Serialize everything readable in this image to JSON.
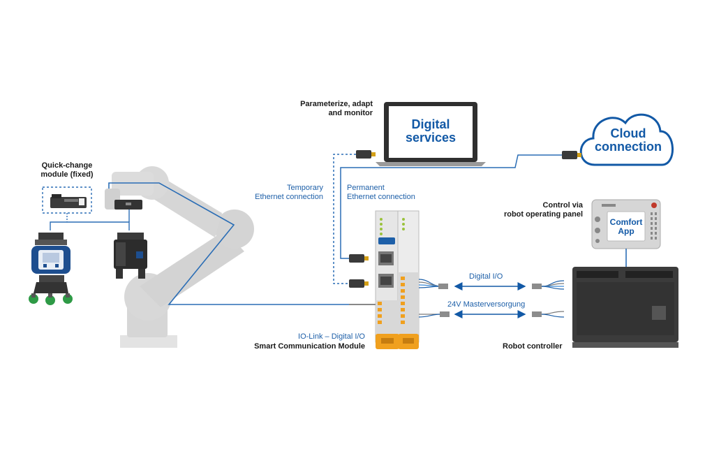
{
  "labels": {
    "parameterize": [
      "Parameterize, adapt",
      "and monitor"
    ],
    "digital_services": [
      "Digital",
      "services"
    ],
    "cloud_connection": [
      "Cloud",
      "connection"
    ],
    "quick_change": [
      "Quick-change",
      "module (fixed)"
    ],
    "temporary_ethernet": [
      "Temporary",
      "Ethernet connection"
    ],
    "permanent_ethernet": [
      "Permanent",
      "Ethernet connection"
    ],
    "control_via": [
      "Control via",
      "robot operating panel"
    ],
    "comfort_app": [
      "Comfort",
      "App"
    ],
    "digital_io": "Digital I/O",
    "masterversorgung": "24V Masterversorgung",
    "io_link": "IO-Link – Digital I/O",
    "smart_module": "Smart Communication Module",
    "robot_controller": "Robot controller"
  },
  "colors": {
    "accent_blue": "#1259a6",
    "cable_blue": "#2a6db5",
    "robot_gray": "#d9d9d9",
    "terminal_orange": "#f0a01e",
    "gripper_green": "#2e9a46"
  }
}
